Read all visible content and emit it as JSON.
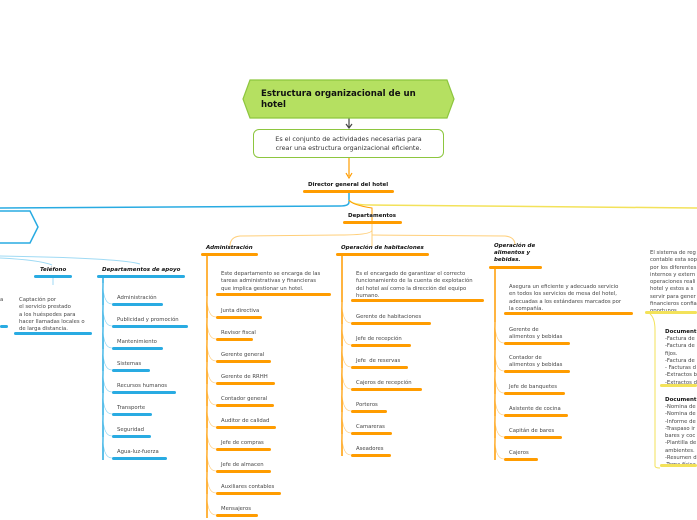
{
  "title": "Estructura organizacional de un hotel",
  "description": "Es el conjunto de actividades necesarias para\ncrear una estructura organizacional eficiente.",
  "director": "Director general del hotel",
  "departamentos": "Departamentos",
  "administracion": {
    "header": "Administración",
    "desc": "Este departamento se encarga de las\ntareas administrativas y financieras\nque implica gestionar un hotel.",
    "items": [
      "Junta directiva",
      "Revisor fiscal",
      "Gerente general",
      "Gerente de RRHH",
      "Contador general",
      "Auditor de calidad",
      "Jefe de compras",
      "Jefe de almacen",
      "Auxiliares contables",
      "Mensajeros"
    ]
  },
  "habitaciones": {
    "header": "Operación de habitaciones",
    "desc": "Es el encargado de garantizar el correcto\nfuncionamiento de la cuenta de explotación\ndel hotel así como la dirección del equipo\nhumano.",
    "items": [
      "Gerente de habitaciones",
      "Jefe de recepción",
      "Jefe  de reservas",
      "Cajeros de recepción",
      "Porteros",
      "Camareras",
      "Aseadores"
    ]
  },
  "alimentos": {
    "header": "Operación de\nalimentos y\nbebidas.",
    "desc": "Asegura un eficiente y adecuado servicio\nen todos los servicios de mesa del hotel,\nadecuadas a los estándares marcados por\nla compañía.",
    "items": [
      "Gerente de\nalimentos y bebidas",
      "Contador de\nalimentos y bebidas",
      "Jefe de banquetes",
      "Asistente de cocina",
      "Capitán de bares",
      "Cajeros"
    ]
  },
  "contable": {
    "desc": "El sistema de reg\ncontable esta sop\npor los diferentes\ninternos y extern\noperaciones reali\nhotel y estos a s\nservir para gener\nfinancieros confia\noportunos.",
    "doc1": {
      "header": "Document",
      "lines": "-Factura de\n-Factura de\nfijos.\n-Factura de\n- Facturas d\n-Extractos b\n-Extractos d"
    },
    "doc2": {
      "header": "Document",
      "lines": "-Nomina de\n-Nomina de\n-Informe de\n-Traspaso ir\nbares y coc\n-Plantilla de\nambientes.\n-Resumen d\n-Toma física"
    }
  },
  "left_partial": "a",
  "telefono": {
    "header": "Teléfono",
    "desc": "Captación por\nel servicio prestado\na los huéspedes para\nhacer llamadas locales o\nde larga distancia."
  },
  "apoyo": {
    "header": "Departamentos de apoyo",
    "items": [
      "Administración",
      "Publicidad y promoción",
      "Mantenimiento",
      "Sistemas",
      "Recursos humanos",
      "Transporte",
      "Seguridad",
      "Agua-luz-fuerza"
    ]
  },
  "colors": {
    "title_fill": "#b5e061",
    "title_border": "#8dc63f",
    "orange": "#ff9c00",
    "blue": "#29abe2",
    "yellow": "#f3e25a"
  }
}
